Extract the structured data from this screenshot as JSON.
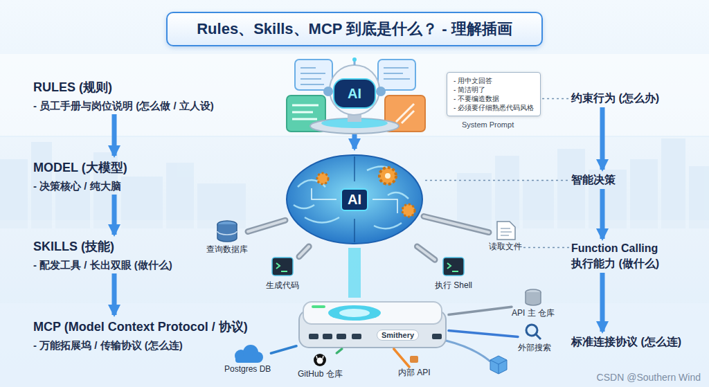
{
  "diagram": {
    "title": "Rules、Skills、MCP 到底是什么？ - 理解插画",
    "nodes": [
      {
        "text": [
          "RULES (规则)",
          "- 员工手册与岗位说明 (怎么做 / 立人设)"
        ]
      },
      {
        "text": [
          "AI"
        ]
      },
      {
        "text": [
          "- 用中文回答",
          "- 简洁明了",
          "- 不要编造数据",
          "- 必须要仔细熟悉代码风格",
          "System Prompt"
        ]
      },
      {
        "text": [
          "约束行为 (怎么办)"
        ]
      },
      {
        "text": [
          "MODEL (大模型)",
          "- 决策核心 / 纯大脑"
        ]
      },
      {
        "text": [
          "AI"
        ]
      },
      {
        "text": [
          "智能决策"
        ]
      },
      {
        "text": [
          "SKILLS (技能)",
          "- 配发工具 / 长出双眼 (做什么)"
        ]
      },
      {
        "text": [
          "查询数据库"
        ]
      },
      {
        "text": [
          "读取文件"
        ]
      },
      {
        "text": [
          "生成代码"
        ]
      },
      {
        "text": [
          "执行 Shell"
        ]
      },
      {
        "text": [
          "Function Calling",
          "执行能力 (做什么)"
        ]
      },
      {
        "text": [
          "MCP (Model Context Protocol / 协议)",
          "- 万能拓展坞 / 传输协议 (怎么连)"
        ]
      },
      {
        "text": [
          "Smithery"
        ]
      },
      {
        "text": [
          "API 主 仓库"
        ]
      },
      {
        "text": [
          "外部搜索"
        ]
      },
      {
        "text": [
          "标准连接协议 (怎么连)"
        ]
      },
      {
        "text": [
          "Postgres DB"
        ]
      },
      {
        "text": [
          "GitHub 仓库"
        ]
      },
      {
        "text": [
          "内部 API"
        ]
      }
    ],
    "edges": [
      {
        "from": 0,
        "to": 4,
        "arrow": "to"
      },
      {
        "from": 4,
        "to": 7,
        "arrow": "to"
      },
      {
        "from": 7,
        "to": 13,
        "arrow": "to"
      },
      {
        "from": 3,
        "to": 6,
        "arrow": "to"
      },
      {
        "from": 6,
        "to": 12,
        "arrow": "to"
      },
      {
        "from": 12,
        "to": 17,
        "arrow": "to"
      },
      {
        "from": 1,
        "to": 5,
        "arrow": "to"
      },
      {
        "from": 2,
        "to": 3,
        "arrow": "none"
      },
      {
        "from": 5,
        "to": 6,
        "arrow": "none"
      },
      {
        "from": 9,
        "to": 12,
        "arrow": "none"
      },
      {
        "from": 5,
        "to": 8,
        "arrow": "none"
      },
      {
        "from": 5,
        "to": 9,
        "arrow": "none"
      },
      {
        "from": 5,
        "to": 10,
        "arrow": "none"
      },
      {
        "from": 5,
        "to": 11,
        "arrow": "none"
      },
      {
        "from": 5,
        "to": 14,
        "arrow": "none"
      },
      {
        "from": 14,
        "to": 18,
        "arrow": "none"
      },
      {
        "from": 14,
        "to": 19,
        "arrow": "none"
      },
      {
        "from": 14,
        "to": 20,
        "arrow": "none"
      },
      {
        "from": 14,
        "to": 15,
        "arrow": "none"
      },
      {
        "from": 14,
        "to": 16,
        "arrow": "none"
      }
    ],
    "labels": [
      "CSDN @Southern Wind"
    ]
  }
}
